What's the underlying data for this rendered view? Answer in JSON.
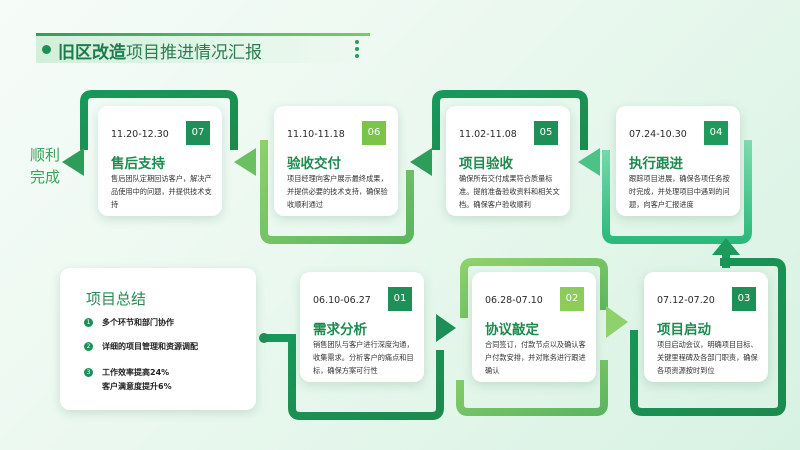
{
  "header": {
    "title_main": "旧区改造",
    "title_sub": "项目推进情况汇报"
  },
  "done_label": "顺利完成",
  "cards": [
    {
      "id": "07",
      "date": "11.20-12.30",
      "title": "售后支持",
      "desc": "售后团队定期回访客户，解决产品使用中的问题，并提供技术支持"
    },
    {
      "id": "06",
      "date": "11.10-11.18",
      "title": "验收交付",
      "desc": "项目经理向客户展示最终成果，并提供必要的技术支持，确保验收顺利通过"
    },
    {
      "id": "05",
      "date": "11.02-11.08",
      "title": "项目验收",
      "desc": "确保所有交付成果符合质量标准。提前准备验收资料和相关文档。确保客户验收顺利"
    },
    {
      "id": "04",
      "date": "07.24-10.30",
      "title": "执行跟进",
      "desc": "跟踪项目进展，确保各项任务按时完成，并处理项目中遇到的问题，向客户汇报进度"
    },
    {
      "id": "01",
      "date": "06.10-06.27",
      "title": "需求分析",
      "desc": "销售团队与客户进行深度沟通，收集需求。分析客户的痛点和目标，确保方案可行性"
    },
    {
      "id": "02",
      "date": "06.28-07.10",
      "title": "协议敲定",
      "desc": "合同签订，付款节点以及确认客户付款安排，并对账务进行跟进确认"
    },
    {
      "id": "03",
      "date": "07.12-07.20",
      "title": "项目启动",
      "desc": "项目启动会议，明确项目目标、关键里程碑及各部门职责，确保各项资源按时到位"
    }
  ],
  "summary": {
    "title": "项目总结",
    "items": [
      {
        "num": "1",
        "text": "多个环节和部门协作",
        "text2": ""
      },
      {
        "num": "2",
        "text": "详细的项目管理和资源调配",
        "text2": ""
      },
      {
        "num": "3",
        "text": "工作效率提高24%",
        "text2": "客户满意度提升6%"
      }
    ]
  },
  "colors": {
    "dark_green": "#1e8f56",
    "light_green": "#7cc96b",
    "teal": "#2fbf8a"
  }
}
